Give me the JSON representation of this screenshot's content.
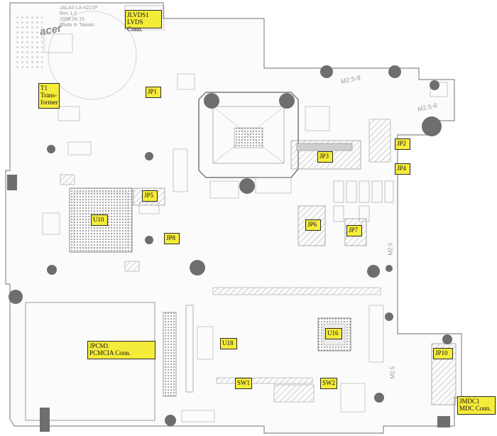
{
  "silkscreen": {
    "board_text": "JALA0  LA-4221P\nRev 1.0\n2008.06.15\nMade In Taiwan",
    "brand": "acer",
    "mark_1": "M2.5-9",
    "mark_2": "M2.5-6",
    "mark_3": "M2.5",
    "mark_4": "M2.5"
  },
  "labels": {
    "jlvds1": "JLVDS1\nLVDS Conn.",
    "t1": "T1\nTrans-\nformer",
    "jp1": "JP1",
    "jp2": "JP2",
    "jp3": "JP3",
    "jp4": "JP4",
    "jp5": "JP5",
    "jp6": "JP6",
    "jp7": "JP7",
    "jp8": "JP8",
    "jp10": "JP10",
    "u10": "U10",
    "u16": "U16",
    "u18": "U18",
    "sw1": "SW1",
    "sw2": "SW2",
    "jpcm1": "JPCM1\nPCMCIA Conn.",
    "jmdc1": "JMDC1\nMDC Conn."
  },
  "colors": {
    "label_fill": "#f5ec3a",
    "outline": "#8c8c8c",
    "hole": "#6e6e6e",
    "hatch": "#b4b4b4"
  }
}
